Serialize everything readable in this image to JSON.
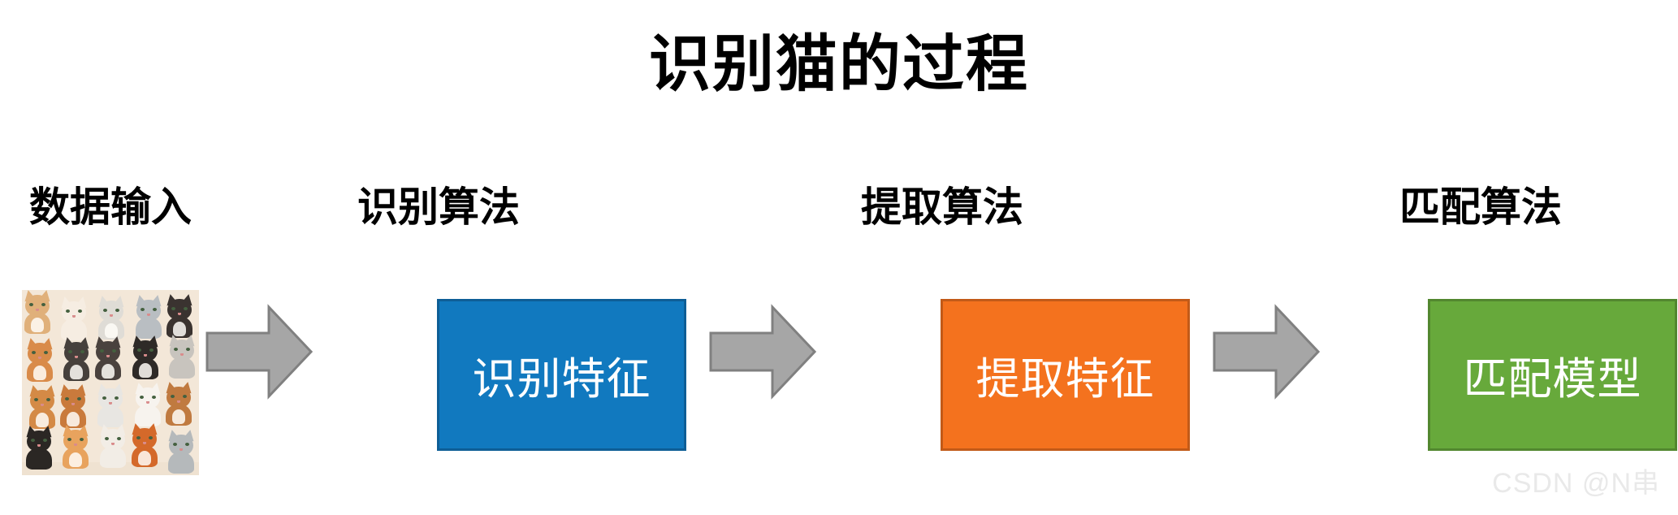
{
  "title": "识别猫的过程",
  "stages": [
    {
      "label": "数据输入",
      "kind": "image",
      "image_name": "cat-grid-photo",
      "image_alt": "多只小猫的网格图片"
    },
    {
      "label": "识别算法",
      "kind": "process",
      "box_text": "识别特征",
      "box_color": "#1179BF",
      "box_border": "#0E5E96",
      "text_color": "#FFFFFF"
    },
    {
      "label": "提取算法",
      "kind": "process",
      "box_text": "提取特征",
      "box_color": "#F4721E",
      "box_border": "#C25A18",
      "text_color": "#FFFFFF"
    },
    {
      "label": "匹配算法",
      "kind": "process",
      "box_text": "匹配模型",
      "box_color": "#67A93B",
      "box_border": "#52872F",
      "text_color": "#FFFFFF"
    }
  ],
  "arrows": [
    {
      "name": "arrow-input-to-recognize",
      "direction": "right"
    },
    {
      "name": "arrow-recognize-to-extract",
      "direction": "right"
    },
    {
      "name": "arrow-extract-to-match",
      "direction": "right"
    }
  ],
  "arrow_style": {
    "fill": "#A6A6A6",
    "stroke": "#808080"
  },
  "watermark": "CSDN @N串",
  "background_color": "#FFFFFF",
  "title_color": "#000000",
  "label_color": "#000000",
  "cat_grid": {
    "background": "#F3E7D8",
    "columns": 5,
    "rows": 4,
    "count": 20,
    "fur_colors": [
      "#E0B07A",
      "#F6EDE2",
      "#DFDCD6",
      "#B9BEC2",
      "#3A3330",
      "#D98B4A",
      "#46403C",
      "#4A423E",
      "#2E2A27",
      "#C8C4BE",
      "#D48A46",
      "#C97A3C",
      "#E8E6E2",
      "#F7F3EE",
      "#C07A40",
      "#2B2724",
      "#E8A35E",
      "#F2EDE6",
      "#D4692A",
      "#B5B9BB"
    ]
  }
}
